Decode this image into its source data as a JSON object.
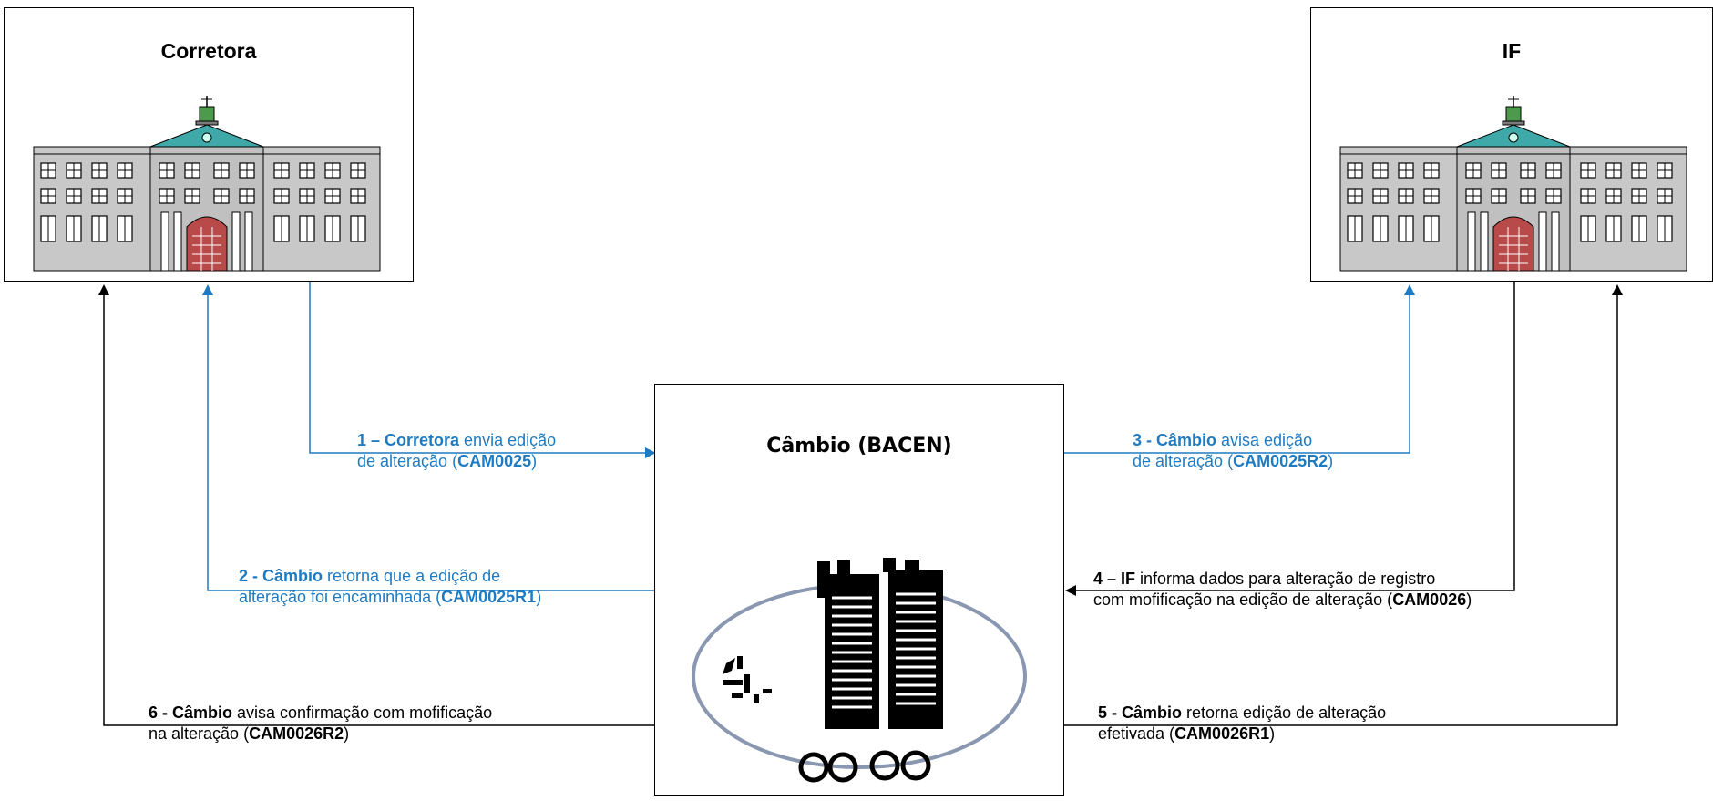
{
  "nodes": {
    "corretora": {
      "title": "Corretora"
    },
    "if": {
      "title": "IF"
    },
    "bacen": {
      "title": "Câmbio (BACEN)"
    }
  },
  "messages": {
    "m1": {
      "step": "1 – Corretora",
      "pre": "",
      "mid": " envia edição",
      "line2pre": "de alteração (",
      "code": "CAM0025",
      "post": ")"
    },
    "m2": {
      "step": "2 - Câmbio",
      "mid": " retorna que a edição de",
      "line2pre": "alteração foi encaminhada (",
      "code": "CAM0025R1",
      "post": ")"
    },
    "m3": {
      "step": "3 - Câmbio",
      "mid": " avisa edição",
      "line2pre": "de alteração (",
      "code": "CAM0025R2",
      "post": ")"
    },
    "m4": {
      "step": "4 – IF",
      "mid": " informa dados para alteração de registro",
      "line2pre": "com mofificação na edição de alteração (",
      "code": "CAM0026",
      "post": ")"
    },
    "m5": {
      "step": "5 - Câmbio",
      "mid": " retorna edição de alteração",
      "line2pre": "efetivada (",
      "code": "CAM0026R1",
      "post": ")"
    },
    "m6": {
      "step": "6 - Câmbio",
      "mid": " avisa confirmação com mofificação",
      "line2pre": "na alteração (",
      "code": "CAM0026R2",
      "post": ")"
    }
  },
  "colors": {
    "blue": "#1f7bc1",
    "black": "#000000"
  },
  "icons": {
    "building": "building-icon",
    "bacen": "bacen-logo-icon"
  }
}
